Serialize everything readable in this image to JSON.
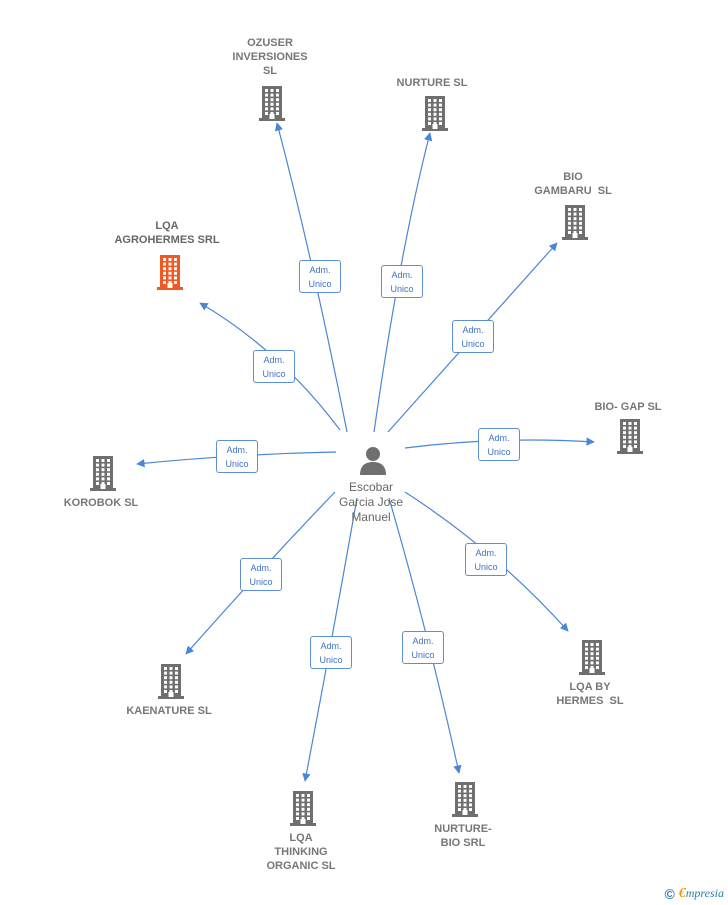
{
  "center": {
    "name": "Escobar\nGarcia Jose\nManuel",
    "icon": "person-icon"
  },
  "role_label": "Adm.\nUnico",
  "companies": [
    {
      "id": "ozuser",
      "name": "OZUSER\nINVERSIONES\nSL",
      "highlight": false
    },
    {
      "id": "nurture",
      "name": "NURTURE SL",
      "highlight": false
    },
    {
      "id": "bio-gambaru",
      "name": "BIO\nGAMBARU  SL",
      "highlight": false
    },
    {
      "id": "lqa-agrohermes",
      "name": "LQA\nAGROHERMES SRL",
      "highlight": true
    },
    {
      "id": "bio-gap",
      "name": "BIO- GAP SL",
      "highlight": false
    },
    {
      "id": "korobok",
      "name": "KOROBOK SL",
      "highlight": false
    },
    {
      "id": "kaenature",
      "name": "KAENATURE SL",
      "highlight": false
    },
    {
      "id": "lqa-by-hermes",
      "name": "LQA BY\nHERMES  SL",
      "highlight": false
    },
    {
      "id": "lqa-thinking",
      "name": "LQA\nTHINKING\nORGANIC SL",
      "highlight": false
    },
    {
      "id": "nurture-bio",
      "name": "NURTURE-\nBIO SRL",
      "highlight": false
    }
  ],
  "colors": {
    "edge": "#4a86d8",
    "building": "#6f6f6f",
    "building_highlight": "#f05a22",
    "badge_border": "#5b8fd6",
    "badge_text": "#3f72c4"
  },
  "footer": {
    "copyright": "©",
    "brand_first": "€",
    "brand_rest": "mpresia"
  }
}
